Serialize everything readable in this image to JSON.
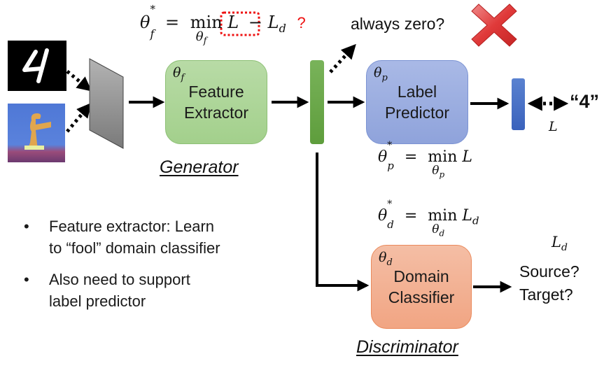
{
  "top_equation": {
    "lhs": "θ",
    "lhs_sup": "*",
    "lhs_sub": "f",
    "eq": "=",
    "op": "min",
    "op_sub": "θ",
    "op_sub_sub": "f",
    "term1": "L",
    "boxed_term": "− L",
    "boxed_term_sub": "d",
    "question": "?",
    "highlight_color": "#ee1111"
  },
  "always_zero": {
    "text": "always zero?",
    "icon": "red-x-icon",
    "icon_color": "#e03a3a"
  },
  "inputs": {
    "source_image": "mnist-digit-4-image",
    "target_image": "colored-digit-image"
  },
  "feature_extractor": {
    "param": "θ",
    "param_sub": "f",
    "line1": "Feature",
    "line2": "Extractor",
    "color": "#a8d493",
    "section_label": "Generator"
  },
  "label_predictor": {
    "param": "θ",
    "param_sub": "p",
    "line1": "Label",
    "line2": "Predictor",
    "color": "#97aadd",
    "equation": {
      "lhs": "θ",
      "lhs_sup": "*",
      "lhs_sub": "p",
      "eq": "=",
      "op": "min",
      "op_sub": "θ",
      "op_sub_sub": "p",
      "term": "L"
    }
  },
  "output": {
    "label": "“4”",
    "loss": "L"
  },
  "domain_classifier": {
    "param": "θ",
    "param_sub": "d",
    "line1": "Domain",
    "line2": "Classifier",
    "color": "#f2ad8d",
    "section_label": "Discriminator",
    "equation": {
      "lhs": "θ",
      "lhs_sup": "*",
      "lhs_sub": "d",
      "eq": "=",
      "op": "min",
      "op_sub": "θ",
      "op_sub_sub": "d",
      "term": "L",
      "term_sub": "d"
    },
    "loss": "L",
    "loss_sub": "d",
    "out_line1": "Source?",
    "out_line2": "Target?"
  },
  "bullets": [
    {
      "line1": "Feature extractor: Learn",
      "line2": "to “fool” domain classifier"
    },
    {
      "line1": "Also need to support",
      "line2": "label predictor"
    }
  ],
  "bullet_char": "•"
}
